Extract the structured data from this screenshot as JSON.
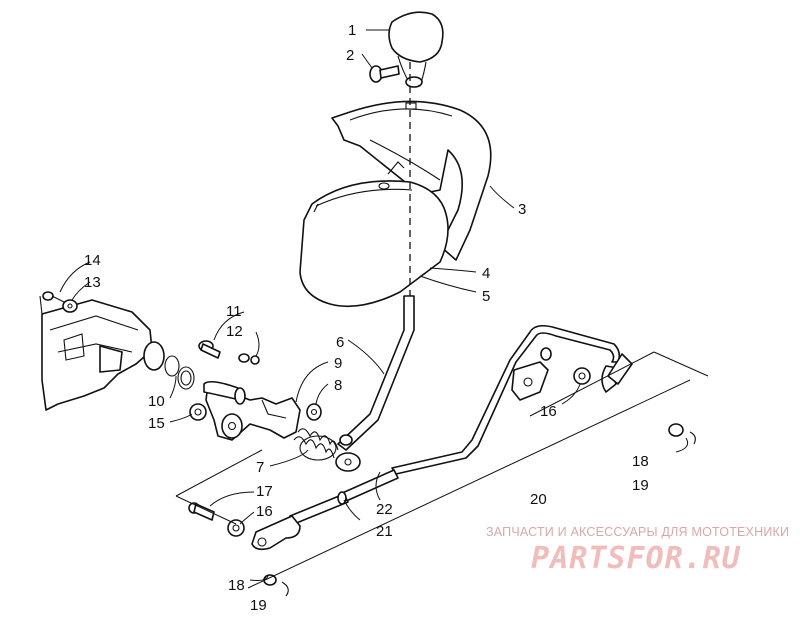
{
  "callouts": {
    "c1": "1",
    "c2": "2",
    "c3": "3",
    "c4": "4",
    "c5": "5",
    "c6": "6",
    "c7": "7",
    "c8": "8",
    "c9": "9",
    "c10": "10",
    "c11": "11",
    "c12": "12",
    "c13": "13",
    "c14": "14",
    "c15": "15",
    "c16a": "16",
    "c16b": "16",
    "c17": "17",
    "c18a": "18",
    "c19a": "19",
    "c18b": "18",
    "c19b": "19",
    "c20": "20",
    "c21": "21",
    "c22": "22"
  },
  "watermark": {
    "caption": "ЗАПЧАСТИ И АКСЕССУАРЫ ДЛЯ МОТОТЕХНИКИ",
    "logo": "PARTSFOR.RU"
  },
  "colors": {
    "line": "#111111",
    "watermark_caption": "#d9a7a7",
    "watermark_logo": "#f1bcbc"
  }
}
